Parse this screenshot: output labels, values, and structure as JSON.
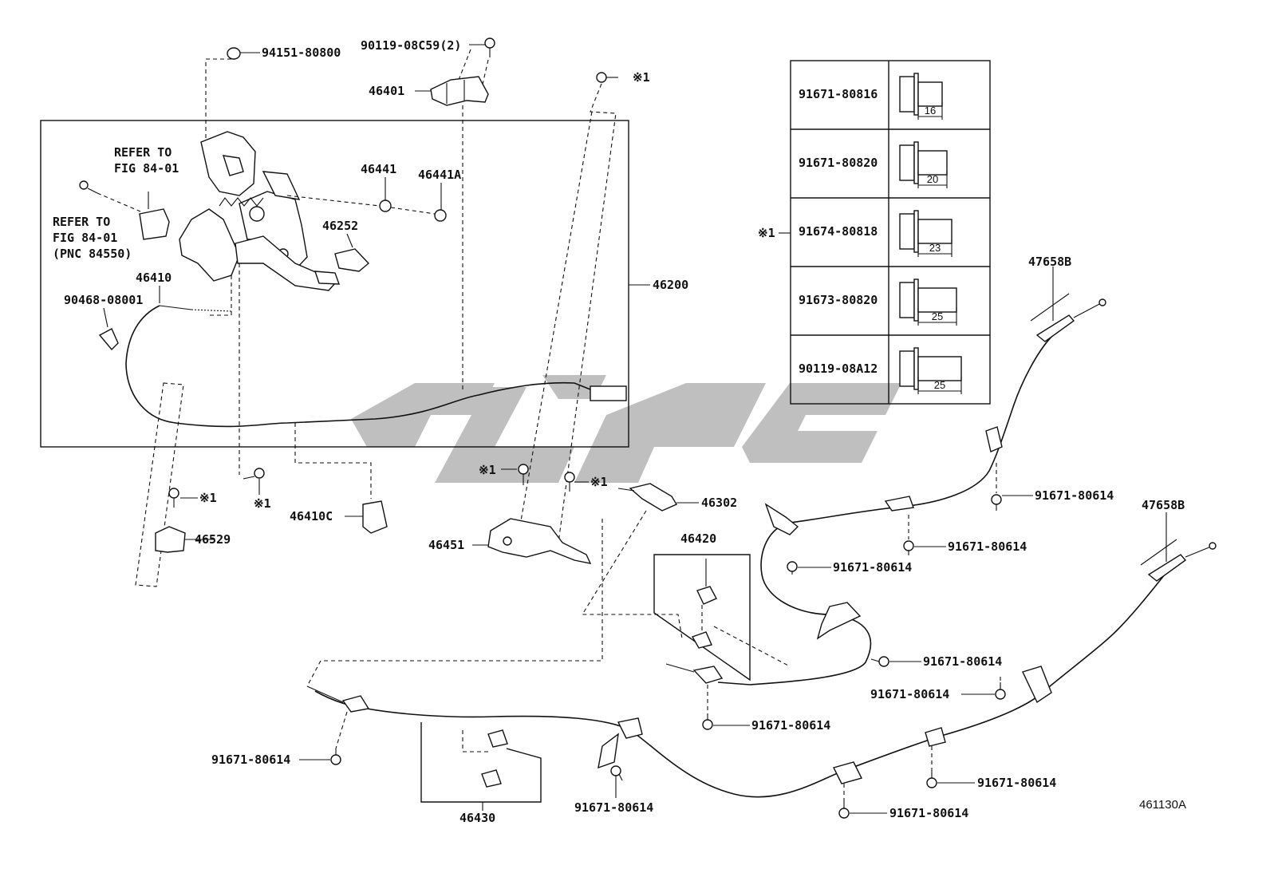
{
  "diagram_id": "461130A",
  "watermark": "watermark-logo",
  "main_assembly": {
    "callout": "46200",
    "refer_1_line1": "REFER TO",
    "refer_1_line2": "FIG 84-01",
    "refer_2_line1": "REFER TO",
    "refer_2_line2": "FIG 84-01",
    "refer_2_line3": "(PNC 84550)"
  },
  "labels": {
    "p94151": "94151-80800",
    "p90119_08c59": "90119-08C59(2)",
    "p46401": "46401",
    "p46441": "46441",
    "p46441a": "46441A",
    "p46252": "46252",
    "p46410": "46410",
    "p90468": "90468-08001",
    "p46410c": "46410C",
    "p46529": "46529",
    "p46451": "46451",
    "p46302": "46302",
    "p46420": "46420",
    "p46430": "46430",
    "p47658b_1": "47658B",
    "p47658b_2": "47658B",
    "mark_a": "※1",
    "mark_b": "※1",
    "mark_c": "※1",
    "mark_d": "※1",
    "mark_e": "※1",
    "mark_f": "※1"
  },
  "bolt_labels": {
    "b1": "91671-80614",
    "b2": "91671-80614",
    "b3": "91671-80614",
    "b4": "91671-80614",
    "b5": "91671-80614",
    "b6": "91671-80614",
    "b7": "91671-80614",
    "b8": "91671-80614",
    "b9": "91671-80614",
    "b10": "91671-80614"
  },
  "bolt_table": {
    "rows": [
      {
        "part": "91671-80816",
        "length": "16",
        "mark": ""
      },
      {
        "part": "91671-80820",
        "length": "20",
        "mark": ""
      },
      {
        "part": "91674-80818",
        "length": "23",
        "mark": "※1"
      },
      {
        "part": "91673-80820",
        "length": "25",
        "mark": ""
      },
      {
        "part": "90119-08A12",
        "length": "25",
        "mark": ""
      }
    ]
  }
}
